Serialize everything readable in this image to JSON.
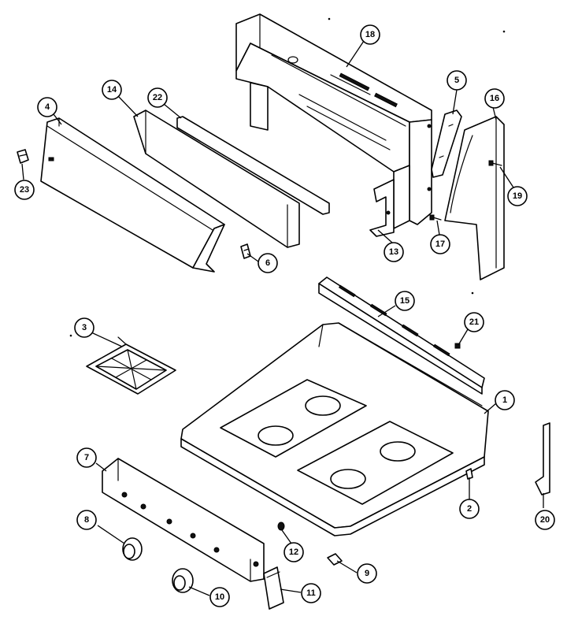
{
  "callouts": [
    {
      "id": "c1",
      "label": "1"
    },
    {
      "id": "c2",
      "label": "2"
    },
    {
      "id": "c3",
      "label": "3"
    },
    {
      "id": "c4",
      "label": "4"
    },
    {
      "id": "c5",
      "label": "5"
    },
    {
      "id": "c6",
      "label": "6"
    },
    {
      "id": "c7",
      "label": "7"
    },
    {
      "id": "c8",
      "label": "8"
    },
    {
      "id": "c9",
      "label": "9"
    },
    {
      "id": "c10",
      "label": "10"
    },
    {
      "id": "c11",
      "label": "11"
    },
    {
      "id": "c12",
      "label": "12"
    },
    {
      "id": "c13",
      "label": "13"
    },
    {
      "id": "c14",
      "label": "14"
    },
    {
      "id": "c15",
      "label": "15"
    },
    {
      "id": "c16",
      "label": "16"
    },
    {
      "id": "c17",
      "label": "17"
    },
    {
      "id": "c18",
      "label": "18"
    },
    {
      "id": "c19",
      "label": "19"
    },
    {
      "id": "c20",
      "label": "20"
    },
    {
      "id": "c21",
      "label": "21"
    },
    {
      "id": "c22",
      "label": "22"
    },
    {
      "id": "c23",
      "label": "23"
    }
  ]
}
